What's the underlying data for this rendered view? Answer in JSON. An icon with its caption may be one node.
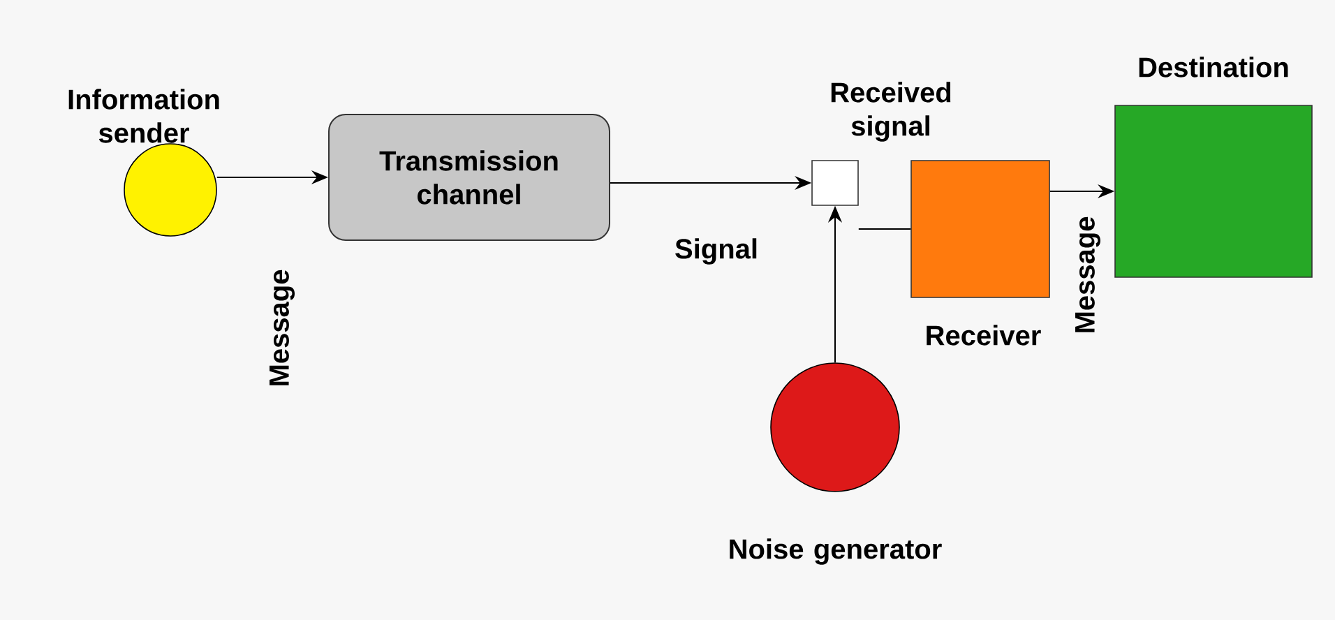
{
  "diagram": {
    "nodes": [
      {
        "text": [
          "Information sender"
        ]
      },
      {
        "text": [
          "Transmission channel"
        ]
      },
      {
        "text": [
          "Received signal"
        ]
      },
      {
        "text": [
          "Receiver"
        ]
      },
      {
        "text": [
          "Destination"
        ]
      },
      {
        "text": [
          "Noise generator"
        ]
      }
    ],
    "edges": [
      {
        "from": 0,
        "to": 1,
        "arrow": "to",
        "label": "Message"
      },
      {
        "from": 1,
        "to": 2,
        "arrow": "to",
        "label": "Signal"
      },
      {
        "from": 2,
        "to": 3,
        "arrow": "none"
      },
      {
        "from": 3,
        "to": 4,
        "arrow": "to",
        "label": "Message"
      },
      {
        "from": 5,
        "to": 2,
        "arrow": "to"
      }
    ]
  }
}
